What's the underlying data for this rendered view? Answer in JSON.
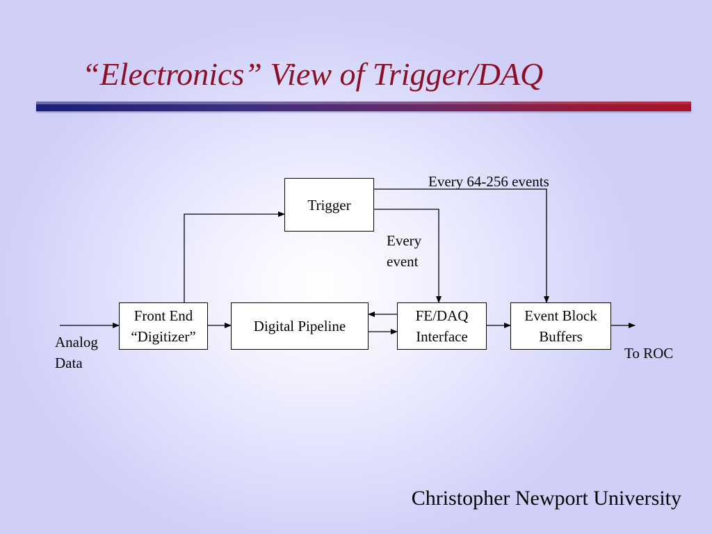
{
  "slide": {
    "title": "“Electronics” View of Trigger/DAQ",
    "footer": "Christopher Newport University"
  },
  "diagram": {
    "blocks": {
      "trigger": "Trigger",
      "front_end": "Front End\n“Digitizer”",
      "digital_pipeline": "Digital Pipeline",
      "fe_daq": "FE/DAQ\nInterface",
      "event_block": "Event Block\nBuffers"
    },
    "labels": {
      "every_64_256": "Every 64-256 events",
      "every_event": "Every\nevent",
      "analog_data": "Analog\nData",
      "to_roc": "To ROC"
    }
  }
}
